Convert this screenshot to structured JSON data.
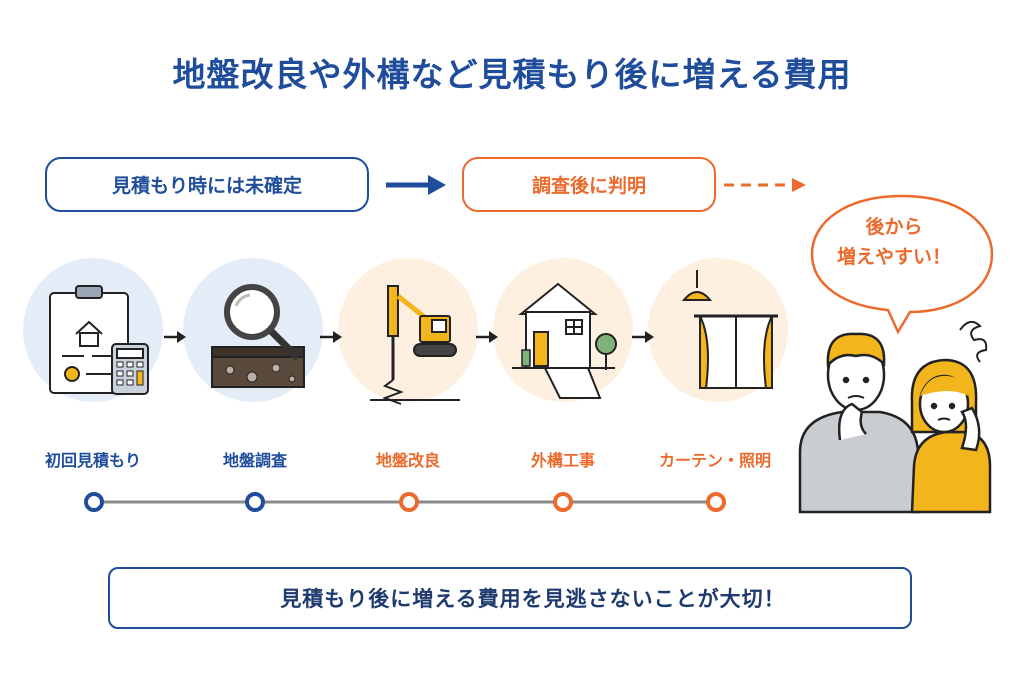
{
  "title": "地盤改良や外構など見積もり後に増える費用",
  "flow": {
    "before_label": "見積もり時には未確定",
    "after_label": "調査後に判明"
  },
  "steps": [
    {
      "label": "初回見積もり",
      "color": "#1f4d9c"
    },
    {
      "label": "地盤調査",
      "color": "#1f4d9c"
    },
    {
      "label": "地盤改良",
      "color": "#ec6a2c"
    },
    {
      "label": "外構工事",
      "color": "#ec6a2c"
    },
    {
      "label": "カーテン・照明",
      "color": "#ec6a2c"
    }
  ],
  "bubble": {
    "line1": "後から",
    "line2": "増えやすい！"
  },
  "bottom": {
    "message": "見積もり後に増える費用を見逃さないことが大切！"
  },
  "colors": {
    "blue": "#1f4d9c",
    "orange": "#ec6a2c",
    "light_blue_circle": "#e3ecf7",
    "light_orange_circle": "#fdf0e1"
  },
  "icons": [
    "clipboard-house-icon",
    "calculator-icon",
    "magnifier-soil-icon",
    "excavator-icon",
    "house-garden-icon",
    "lamp-curtain-icon",
    "check-circle-icon"
  ]
}
